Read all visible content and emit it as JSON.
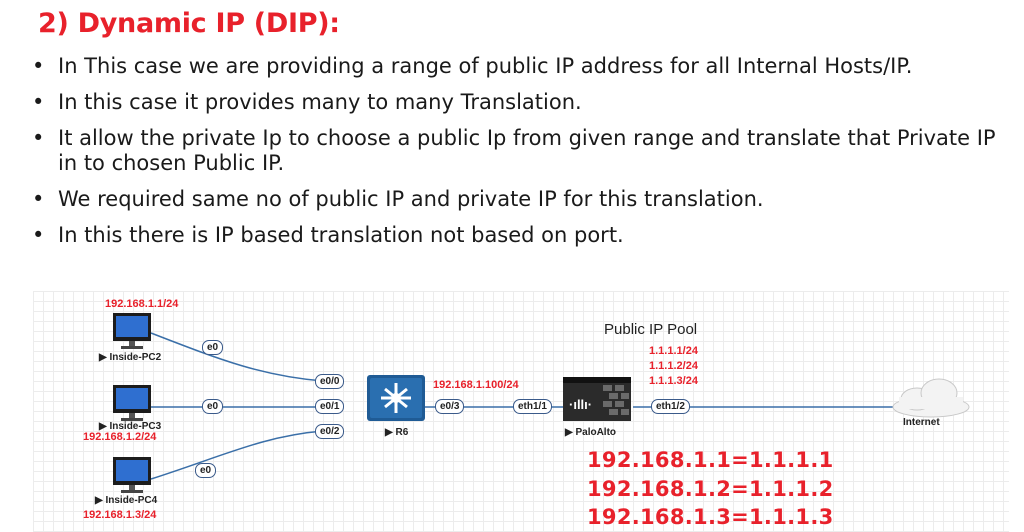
{
  "title": "2) Dynamic IP (DIP):",
  "bullets": [
    "In This case we are providing a range of public IP address for all Internal Hosts/IP.",
    "In this case it provides many to many Translation.",
    "It allow the private Ip to choose a public Ip from given range and translate that Private IP in to chosen Public IP.",
    "We required same no of public IP and private IP for this translation.",
    "In this there is IP based translation not based on port."
  ],
  "diagram": {
    "pcs": [
      {
        "name": "Inside-PC2",
        "ip": "192.168.1.1/24",
        "iface": "e0"
      },
      {
        "name": "Inside-PC3",
        "ip": "192.168.1.2/24",
        "iface": "e0"
      },
      {
        "name": "Inside-PC4",
        "ip": "192.168.1.3/24",
        "iface": "e0"
      }
    ],
    "router": {
      "name": "R6",
      "ifaces": [
        "e0/0",
        "e0/1",
        "e0/2",
        "e0/3"
      ],
      "ip": "192.168.1.100/24"
    },
    "firewall": {
      "name": "PaloAlto",
      "ifaces": [
        "eth1/1",
        "eth1/2"
      ]
    },
    "pool": {
      "title": "Public IP Pool",
      "ips": [
        "1.1.1.1/24",
        "1.1.1.2/24",
        "1.1.1.3/24"
      ]
    },
    "cloud": {
      "name": "Internet"
    },
    "mappings": [
      "192.168.1.1=1.1.1.1",
      "192.168.1.2=1.1.1.2",
      "192.168.1.3=1.1.1.3"
    ]
  },
  "colors": {
    "accent_red": "#e8212b",
    "link_blue": "#3a6fa8",
    "router_blue": "#1f5b95"
  }
}
